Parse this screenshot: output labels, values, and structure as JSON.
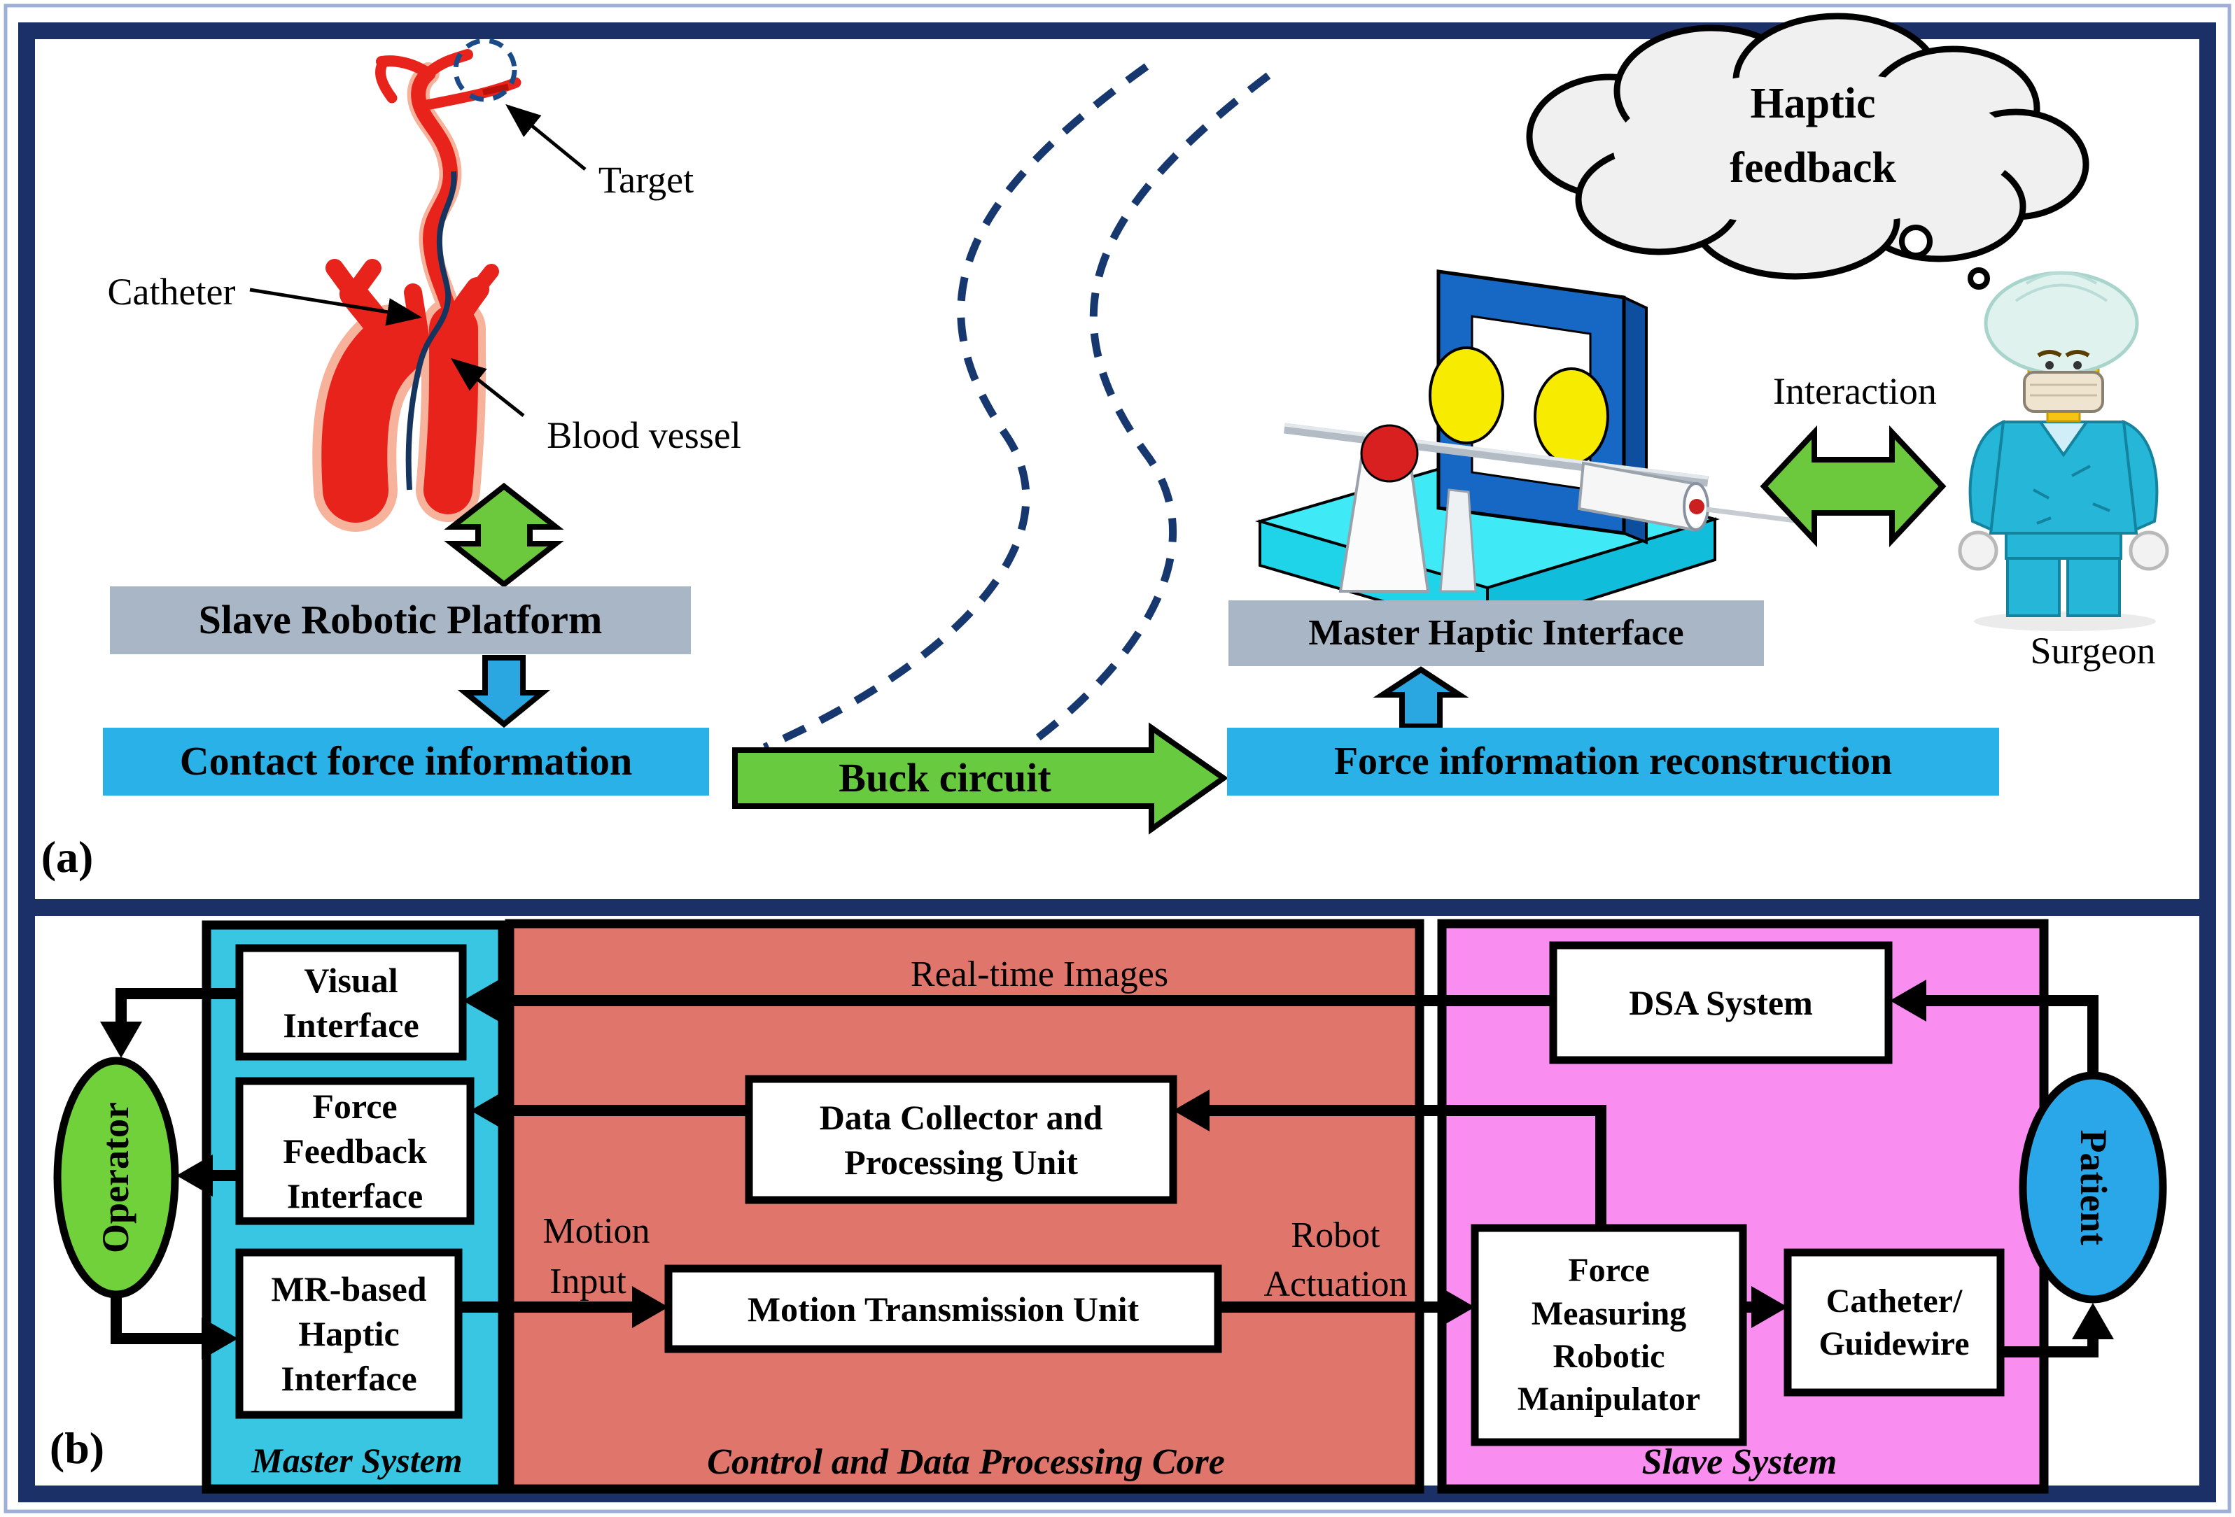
{
  "figure": {
    "panel_a": {
      "label": "(a)",
      "target_label": "Target",
      "catheter_label": "Catheter",
      "blood_vessel_label": "Blood vessel",
      "slave_robotic_platform": "Slave Robotic Platform",
      "contact_force_information": "Contact force information",
      "buck_circuit": "Buck circuit",
      "force_information_reconstruction": "Force information reconstruction",
      "master_haptic_interface": "Master Haptic Interface",
      "haptic_feedback": [
        "Haptic",
        "feedback"
      ],
      "interaction": "Interaction",
      "surgeon": "Surgeon"
    },
    "panel_b": {
      "label": "(b)",
      "operator_label": "Operator",
      "patient_label": "Patient",
      "master_system_label": "Master System",
      "control_core_label": "Control and Data Processing Core",
      "slave_system_label": "Slave System",
      "visual_interface": [
        "Visual",
        "Interface"
      ],
      "force_feedback_interface": [
        "Force",
        "Feedback",
        "Interface"
      ],
      "mr_haptic_interface": [
        "MR-based",
        "Haptic",
        "Interface"
      ],
      "data_collector": [
        "Data Collector and",
        "Processing Unit"
      ],
      "motion_transmission_unit": "Motion Transmission Unit",
      "dsa_system": "DSA System",
      "force_measuring_manipulator": [
        "Force",
        "Measuring",
        "Robotic",
        "Manipulator"
      ],
      "catheter_guidewire": [
        "Catheter/",
        "Guidewire"
      ],
      "real_time_images": "Real-time Images",
      "motion_input": [
        "Motion",
        "Input"
      ],
      "robot_actuation": [
        "Robot",
        "Actuation"
      ]
    },
    "colors": {
      "frame_navy": "#1b3066",
      "box_gray": "#a9b6c6",
      "cyan_box": "#29b1e8",
      "green_arrow": "#6cc83c",
      "blue_arrow": "#2aa6e0",
      "master_cyan": "#38c6e2",
      "core_salmon": "#e0766b",
      "slave_pink": "#f98df0",
      "operator_green": "#70d13b",
      "patient_blue": "#2aa7e8",
      "vessel_red": "#e8231b",
      "dashed_navy": "#16386e"
    }
  }
}
